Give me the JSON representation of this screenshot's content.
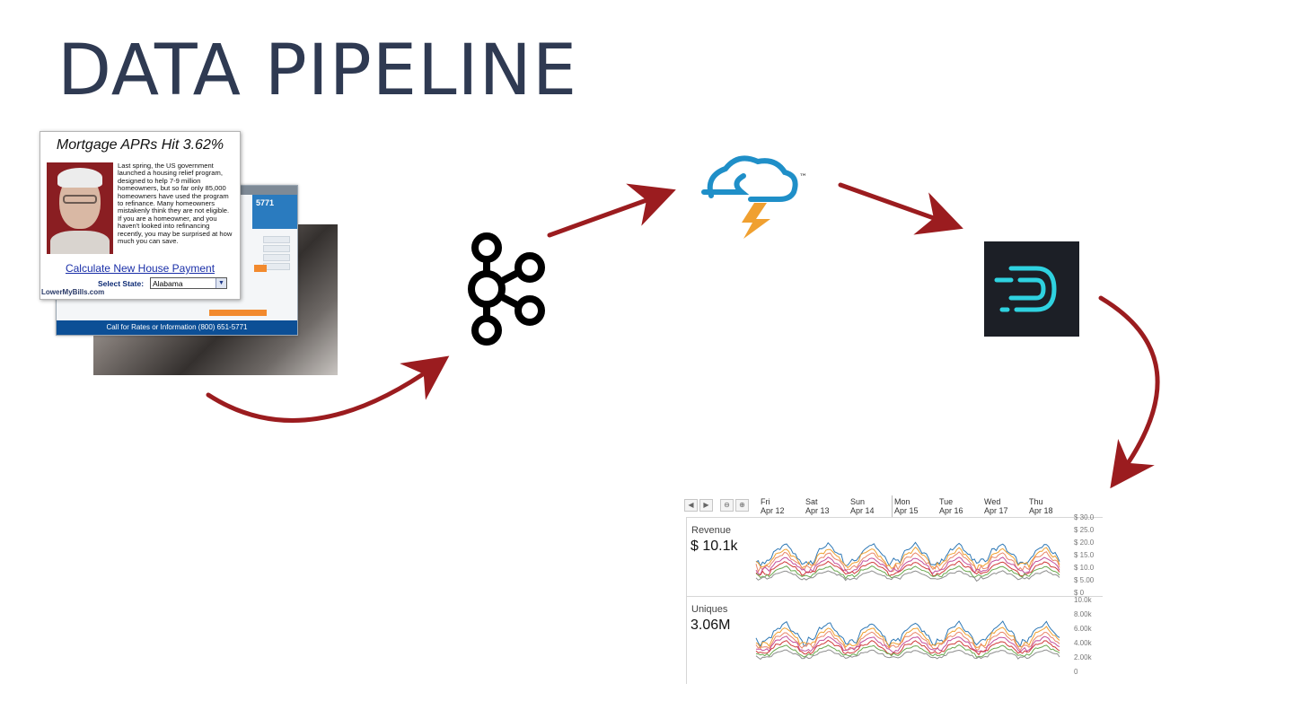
{
  "slide": {
    "title": "DATA PIPELINE"
  },
  "ad_front": {
    "headline": "Mortgage APRs Hit 3.62%",
    "body": "Last spring, the US government launched a housing relief program, designed to help 7-9 million homeowners, but so far only 85,000 homeowners have used the program to refinance. Many homeowners mistakenly think they are not eligible. If you are a homeowner, and you haven't looked into refinancing recently, you may be surprised at how much you can save.",
    "link": "Calculate New House Payment",
    "state_label": "Select State:",
    "state_value": "Alabama",
    "brand": "LowerMyBills.com"
  },
  "ad_back": {
    "header_fragment": "5771",
    "footer": "Call for Rates or Information (800) 651-5771"
  },
  "logos": {
    "kafka": "kafka-logo",
    "storm": "storm-logo",
    "storm_tm": "™",
    "druid": "druid-logo"
  },
  "colors": {
    "title": "#2f3a52",
    "arrow": "#9b1c1f",
    "storm_blue": "#1f8fc8",
    "storm_orange": "#f0a030",
    "druid_bg": "#1c1f26",
    "druid_cyan": "#2fd2e0"
  },
  "dashboard": {
    "days": [
      {
        "dow": "Fri",
        "date": "Apr 12"
      },
      {
        "dow": "Sat",
        "date": "Apr 13"
      },
      {
        "dow": "Sun",
        "date": "Apr 14"
      },
      {
        "dow": "Mon",
        "date": "Apr 15"
      },
      {
        "dow": "Tue",
        "date": "Apr 16"
      },
      {
        "dow": "Wed",
        "date": "Apr 17"
      },
      {
        "dow": "Thu",
        "date": "Apr 18"
      }
    ],
    "panels": [
      {
        "name": "Revenue",
        "value": "$ 10.1k",
        "yticks": [
          "$ 30.0",
          "$ 25.0",
          "$ 20.0",
          "$ 15.0",
          "$ 10.0",
          "$ 5.00",
          "$ 0"
        ]
      },
      {
        "name": "Uniques",
        "value": "3.06M",
        "yticks": [
          "10.0k",
          "8.00k",
          "6.00k",
          "4.00k",
          "2.00k",
          "0"
        ]
      }
    ],
    "series_colors": [
      "#2e78b5",
      "#f0a030",
      "#e8866a",
      "#c34f9b",
      "#d03a3a",
      "#6aa84f",
      "#8e8e8e"
    ]
  }
}
